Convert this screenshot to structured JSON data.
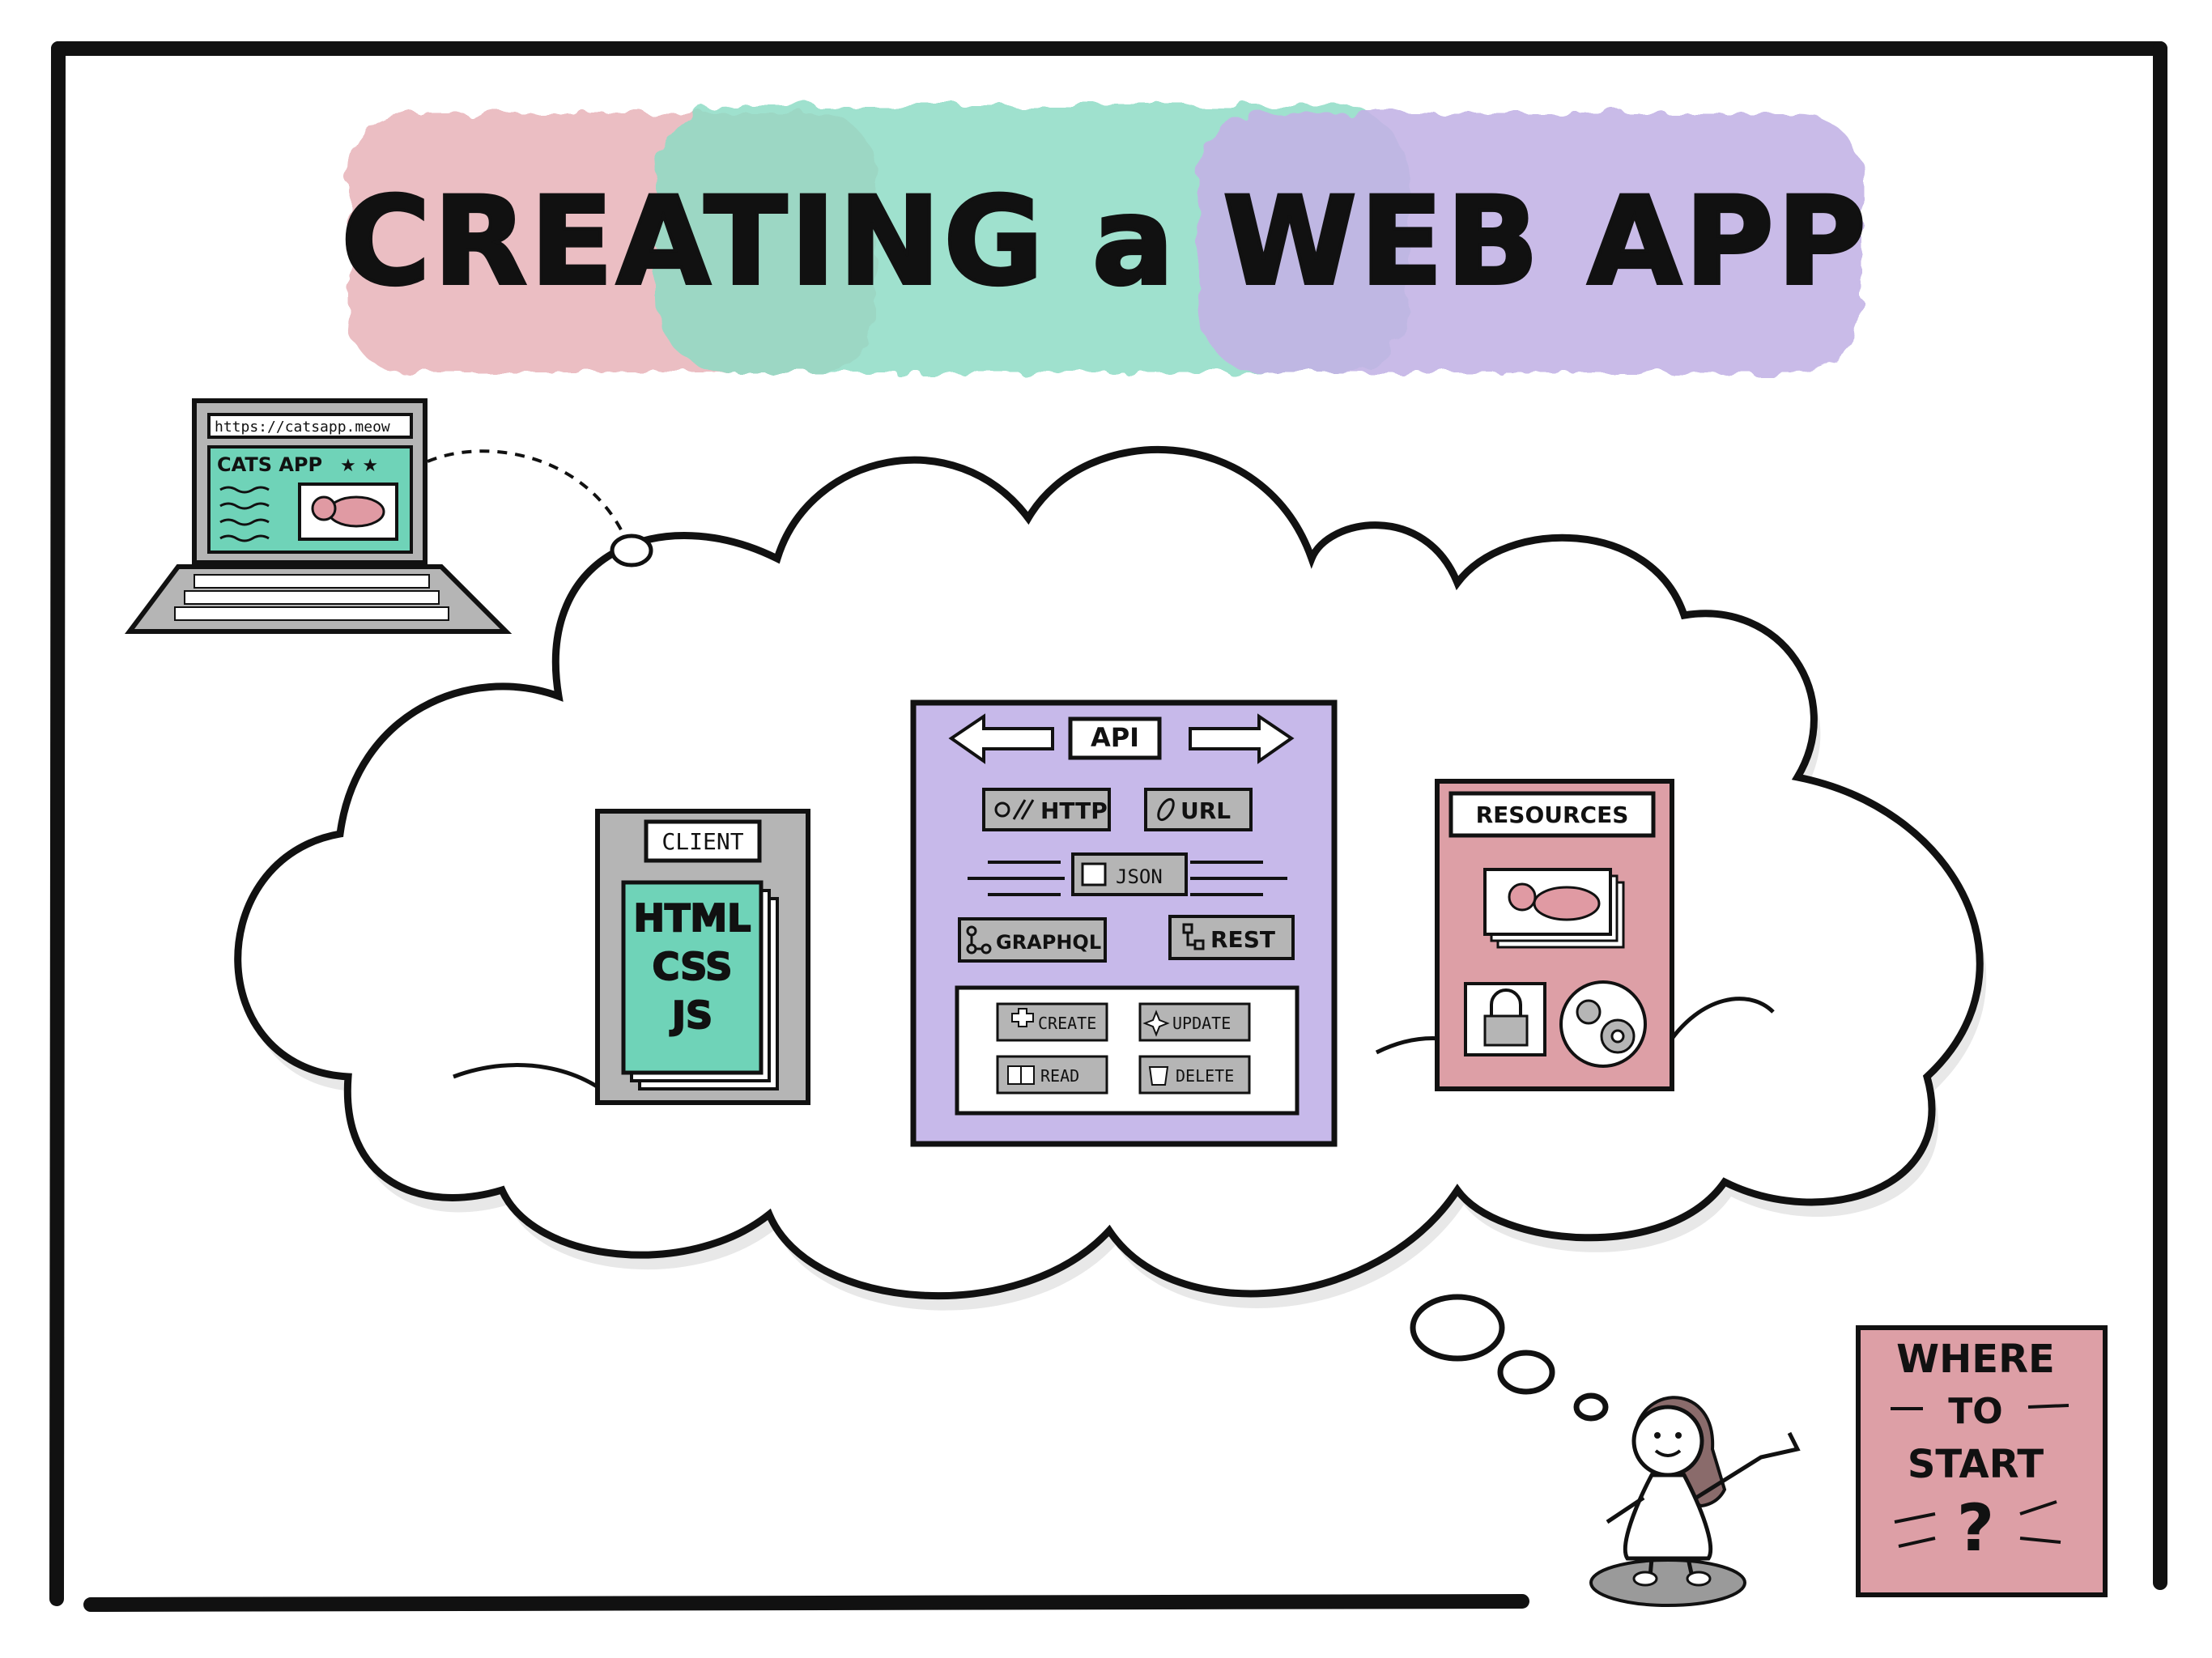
{
  "title": "CREATING a WEB APP",
  "colors": {
    "pink": "#e8b3b8",
    "mint": "#8edcc6",
    "lavender": "#c3b4e6",
    "teal_panel": "#6fd3b8",
    "gray_panel": "#b5b5b5",
    "purple_panel": "#c7b9ea",
    "pink_panel": "#dd9fa6",
    "ink": "#111111"
  },
  "laptop": {
    "url": "https://catsapp.meow",
    "app_title": "CATS APP",
    "stars": "★ ★"
  },
  "client": {
    "label": "CLIENT",
    "lines": [
      "HTML",
      "CSS",
      "JS"
    ]
  },
  "api": {
    "label": "API",
    "items": {
      "http": "HTTP",
      "url": "URL",
      "json": "JSON",
      "graphql": "GRAPHQL",
      "rest": "REST"
    },
    "crud": {
      "create": "CREATE",
      "update": "UPDATE",
      "read": "READ",
      "delete": "DELETE"
    }
  },
  "resources": {
    "label": "RESOURCES"
  },
  "sign": {
    "line1": "WHERE",
    "line2": "TO",
    "line3": "START",
    "symbol": "?"
  },
  "icons": [
    "laptop-icon",
    "cat-icon",
    "star-icon",
    "link-icon",
    "document-icon",
    "tree-icon",
    "plus-icon",
    "sparkle-icon",
    "book-icon",
    "trash-icon",
    "lock-icon",
    "gear-icon",
    "question-icon"
  ]
}
